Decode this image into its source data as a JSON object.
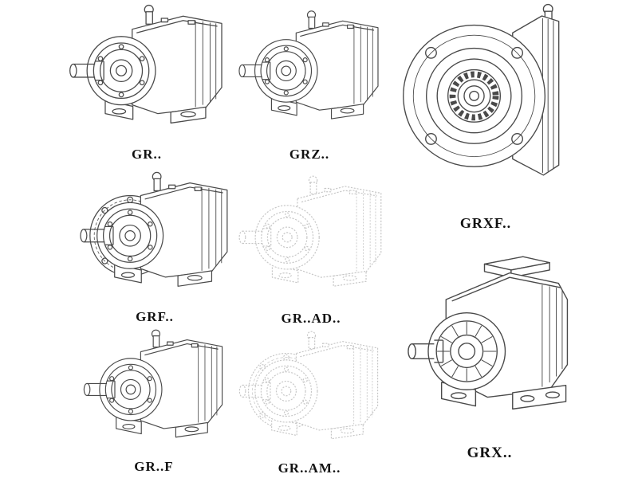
{
  "page": {
    "background": "#ffffff",
    "description": "Catalog sheet of GR-series helical gear reducer model line drawings"
  },
  "colors": {
    "line": "#4a4a4a",
    "ghost_line": "#c7c7c7",
    "label_text": "#111111",
    "background": "#ffffff"
  },
  "models": [
    {
      "label": "GR..",
      "drawing": "foot-mounted-gearmotor-isometric",
      "line_style": "solid"
    },
    {
      "label": "GRZ..",
      "drawing": "foot-mounted-gearmotor-isometric",
      "line_style": "solid"
    },
    {
      "label": "GRXF..",
      "drawing": "flange-mounted-gearbox-front-view",
      "line_style": "solid"
    },
    {
      "label": "GRF..",
      "drawing": "flange-gearmotor-isometric",
      "line_style": "solid"
    },
    {
      "label": "GR..AD..",
      "drawing": "foot-mounted-gearmotor-isometric",
      "line_style": "ghost"
    },
    {
      "label": "GR..F",
      "drawing": "foot-mounted-gearmotor-isometric",
      "line_style": "solid"
    },
    {
      "label": "GR..AM..",
      "drawing": "flange-gearmotor-isometric",
      "line_style": "ghost"
    },
    {
      "label": "GRX..",
      "drawing": "foot-mounted-gearbox-isometric-large",
      "line_style": "solid"
    }
  ]
}
